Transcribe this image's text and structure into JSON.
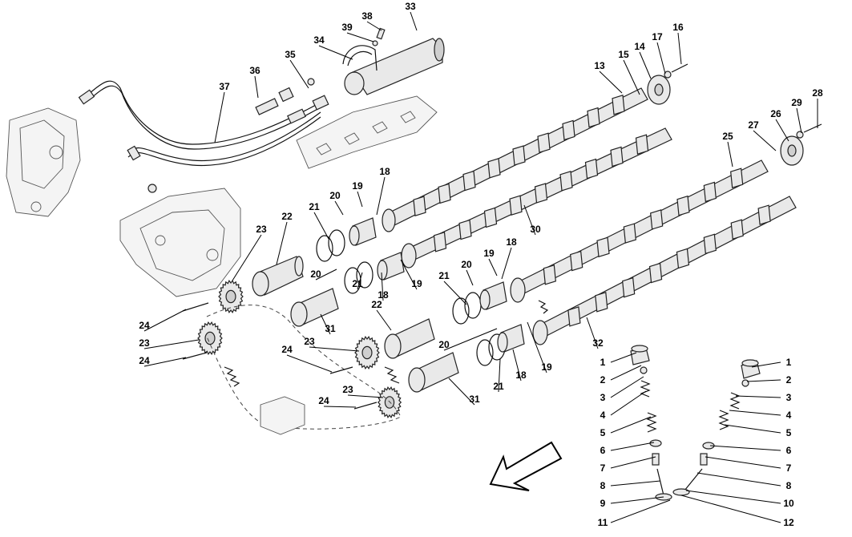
{
  "diagram": {
    "callouts": [
      "1",
      "2",
      "3",
      "4",
      "5",
      "6",
      "7",
      "8",
      "9",
      "10",
      "11",
      "12",
      "13",
      "14",
      "15",
      "16",
      "17",
      "18",
      "19",
      "20",
      "21",
      "22",
      "23",
      "24",
      "25",
      "26",
      "27",
      "28",
      "29",
      "30",
      "31",
      "32",
      "33",
      "34",
      "35",
      "36",
      "37",
      "38",
      "39"
    ]
  },
  "labels": [
    {
      "id": "l33",
      "text": "33"
    },
    {
      "id": "l38",
      "text": "38"
    },
    {
      "id": "l39",
      "text": "39"
    },
    {
      "id": "l34",
      "text": "34"
    },
    {
      "id": "l35",
      "text": "35"
    },
    {
      "id": "l36",
      "text": "36"
    },
    {
      "id": "l37",
      "text": "37"
    },
    {
      "id": "l13",
      "text": "13"
    },
    {
      "id": "l15",
      "text": "15"
    },
    {
      "id": "l14",
      "text": "14"
    },
    {
      "id": "l17",
      "text": "17"
    },
    {
      "id": "l16",
      "text": "16"
    },
    {
      "id": "l28",
      "text": "28"
    },
    {
      "id": "l29",
      "text": "29"
    },
    {
      "id": "l26",
      "text": "26"
    },
    {
      "id": "l27",
      "text": "27"
    },
    {
      "id": "l25",
      "text": "25"
    },
    {
      "id": "l18a",
      "text": "18"
    },
    {
      "id": "l19a",
      "text": "19"
    },
    {
      "id": "l20a",
      "text": "20"
    },
    {
      "id": "l21a",
      "text": "21"
    },
    {
      "id": "l22a",
      "text": "22"
    },
    {
      "id": "l23a",
      "text": "23"
    },
    {
      "id": "l30",
      "text": "30"
    },
    {
      "id": "l20b",
      "text": "20"
    },
    {
      "id": "l21b",
      "text": "21"
    },
    {
      "id": "l18b",
      "text": "18"
    },
    {
      "id": "l19b",
      "text": "19"
    },
    {
      "id": "l18c",
      "text": "18"
    },
    {
      "id": "l19c",
      "text": "19"
    },
    {
      "id": "l20c",
      "text": "20"
    },
    {
      "id": "l21c",
      "text": "21"
    },
    {
      "id": "l22b",
      "text": "22"
    },
    {
      "id": "l31a",
      "text": "31"
    },
    {
      "id": "l24a",
      "text": "24"
    },
    {
      "id": "l23b",
      "text": "23"
    },
    {
      "id": "l24b",
      "text": "24"
    },
    {
      "id": "l20d",
      "text": "20"
    },
    {
      "id": "l23c",
      "text": "23"
    },
    {
      "id": "l24c",
      "text": "24"
    },
    {
      "id": "l19d",
      "text": "19"
    },
    {
      "id": "l18d",
      "text": "18"
    },
    {
      "id": "l21d",
      "text": "21"
    },
    {
      "id": "l32",
      "text": "32"
    },
    {
      "id": "l23d",
      "text": "23"
    },
    {
      "id": "l24d",
      "text": "24"
    },
    {
      "id": "l31b",
      "text": "31"
    },
    {
      "id": "v1l",
      "text": "1"
    },
    {
      "id": "v2l",
      "text": "2"
    },
    {
      "id": "v3l",
      "text": "3"
    },
    {
      "id": "v4l",
      "text": "4"
    },
    {
      "id": "v5l",
      "text": "5"
    },
    {
      "id": "v6l",
      "text": "6"
    },
    {
      "id": "v7l",
      "text": "7"
    },
    {
      "id": "v8l",
      "text": "8"
    },
    {
      "id": "v9l",
      "text": "9"
    },
    {
      "id": "v11l",
      "text": "11"
    },
    {
      "id": "v1r",
      "text": "1"
    },
    {
      "id": "v2r",
      "text": "2"
    },
    {
      "id": "v3r",
      "text": "3"
    },
    {
      "id": "v4r",
      "text": "4"
    },
    {
      "id": "v5r",
      "text": "5"
    },
    {
      "id": "v6r",
      "text": "6"
    },
    {
      "id": "v7r",
      "text": "7"
    },
    {
      "id": "v8r",
      "text": "8"
    },
    {
      "id": "v10r",
      "text": "10"
    },
    {
      "id": "v12r",
      "text": "12"
    }
  ]
}
